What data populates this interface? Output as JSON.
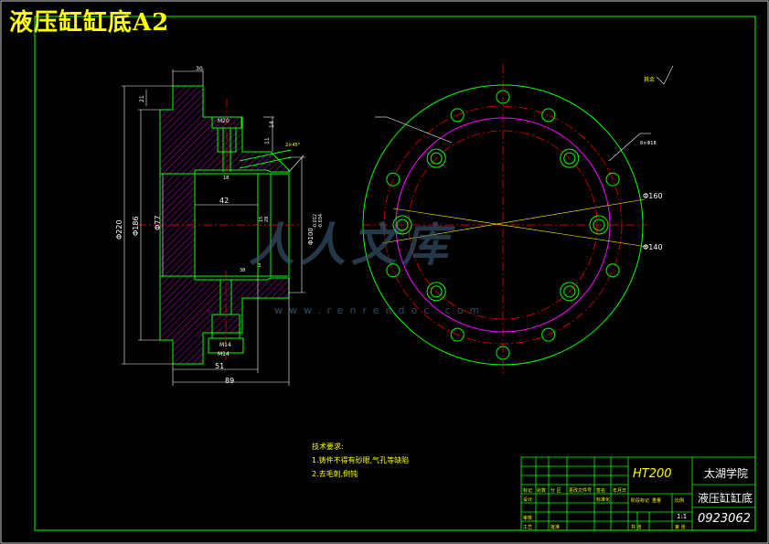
{
  "drawing": {
    "title": "液压缸缸底A2",
    "watermark": "人人文库",
    "watermark_url": "www.renrendoc.com"
  },
  "technical_notes": {
    "heading": "技术要求:",
    "items": [
      "1.铸件不得有砂眼,气孔等缺陷",
      "2.去毛刺,倒钝"
    ]
  },
  "title_block": {
    "material": "HT200",
    "school": "太湖学院",
    "part_name": "液压缸缸底",
    "drawing_number": "0923062",
    "scale": "1:1",
    "small_labels": [
      "标记",
      "处数",
      "分 区",
      "更改文件号",
      "签名",
      "年月日",
      "设计",
      "标准化",
      "阶段标记",
      "重量",
      "比例",
      "审核",
      "工艺",
      "批准",
      "共 张",
      "第 张"
    ]
  },
  "section_dimensions": {
    "top_width": "30",
    "total_width": "89",
    "inner_width": "51",
    "bore_depth": "42",
    "outer_diameter": "Φ220",
    "flange_diameter": "Φ186",
    "bore_diameter": "Φ77",
    "seal_diameter": "Φ100",
    "seal_tolerance_upper": "-0.012",
    "seal_tolerance_lower": "-0.034",
    "top_port": "M20",
    "bottom_port": "M14",
    "bottom_port_2": "M14",
    "chamfer": "2×45°",
    "small_dims": [
      "21",
      "11",
      "14",
      "18",
      "15",
      "28",
      "38",
      "3"
    ]
  },
  "end_view": {
    "pcd_1": "Φ160",
    "pcd_2": "Φ140",
    "hole_note": "8×Φ18",
    "surface_note": "其余"
  },
  "colors": {
    "background": "#000000",
    "border": "#00ff00",
    "outline": "#00ff00",
    "hatch": "#ff00ff",
    "centerline": "#ff0000",
    "dimension": "#ffffff",
    "text": "#ffff00",
    "pcd_line": "#ffff00"
  }
}
